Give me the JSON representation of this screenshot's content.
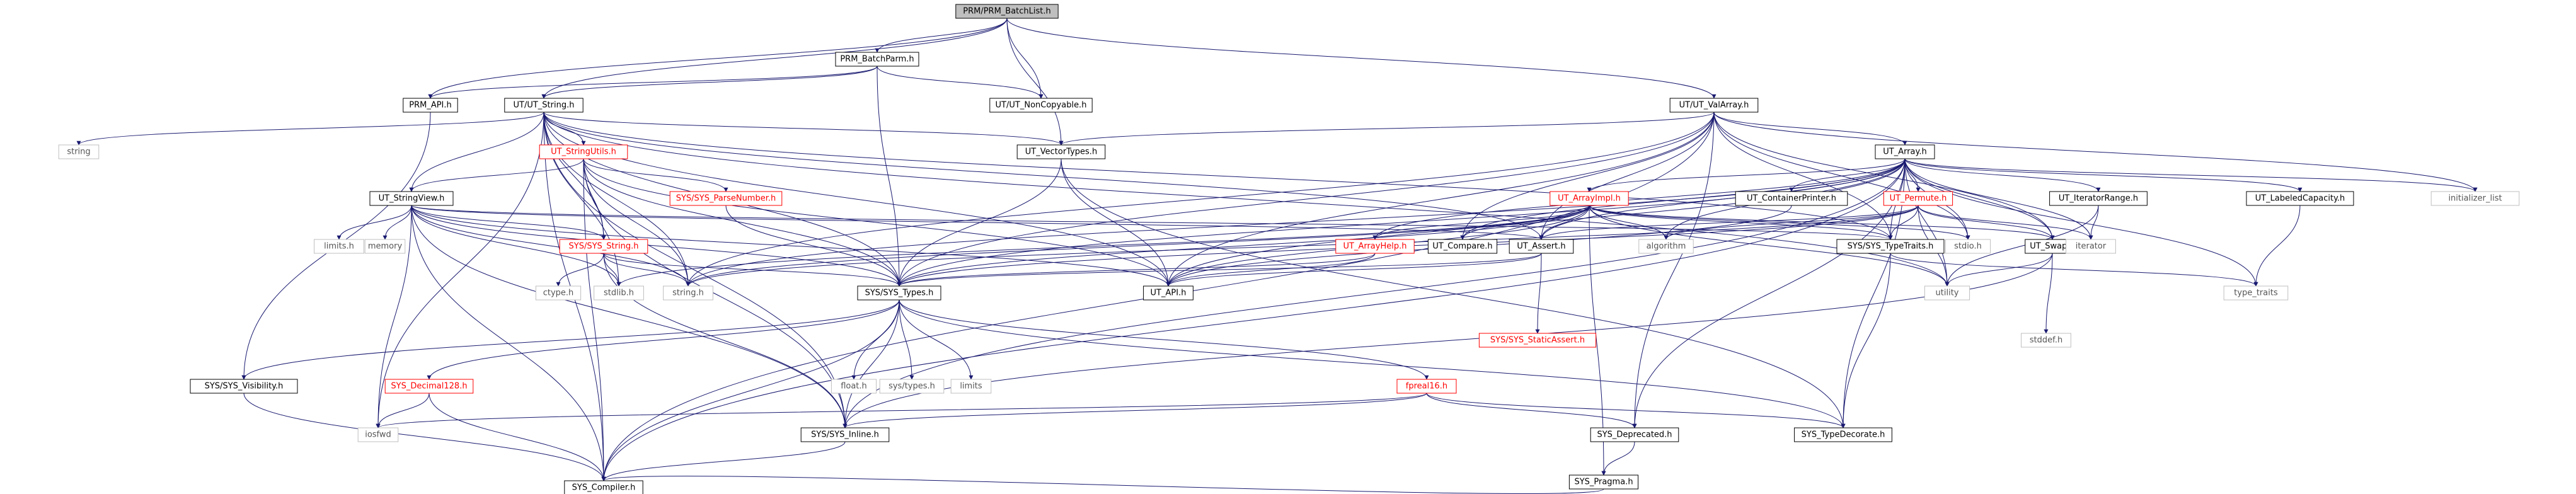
{
  "nodes": [
    {
      "id": "root",
      "label": "PRM/PRM_BatchList.h",
      "kind": "root"
    },
    {
      "id": "batchparm",
      "label": "PRM_BatchParm.h"
    },
    {
      "id": "prmapi",
      "label": "PRM_API.h"
    },
    {
      "id": "utstring",
      "label": "UT/UT_String.h"
    },
    {
      "id": "noncopy",
      "label": "UT/UT_NonCopyable.h"
    },
    {
      "id": "valarray",
      "label": "UT/UT_ValArray.h"
    },
    {
      "id": "string",
      "label": "string",
      "kind": "sys"
    },
    {
      "id": "strutils",
      "label": "UT_StringUtils.h",
      "kind": "red"
    },
    {
      "id": "vectortypes",
      "label": "UT_VectorTypes.h"
    },
    {
      "id": "utarray",
      "label": "UT_Array.h"
    },
    {
      "id": "initlist",
      "label": "initializer_list",
      "kind": "sys"
    },
    {
      "id": "strview",
      "label": "UT_StringView.h"
    },
    {
      "id": "parsenum",
      "label": "SYS/SYS_ParseNumber.h",
      "kind": "red"
    },
    {
      "id": "arrayimpl",
      "label": "UT_ArrayImpl.h",
      "kind": "red"
    },
    {
      "id": "contprinter",
      "label": "UT_ContainerPrinter.h"
    },
    {
      "id": "permute",
      "label": "UT_Permute.h",
      "kind": "red"
    },
    {
      "id": "iterrange",
      "label": "UT_IteratorRange.h"
    },
    {
      "id": "labeledcap",
      "label": "UT_LabeledCapacity.h"
    },
    {
      "id": "limitsh",
      "label": "limits.h",
      "kind": "sys"
    },
    {
      "id": "memory",
      "label": "memory",
      "kind": "sys"
    },
    {
      "id": "sysstring",
      "label": "SYS/SYS_String.h",
      "kind": "red"
    },
    {
      "id": "arrayhelp",
      "label": "UT_ArrayHelp.h",
      "kind": "red"
    },
    {
      "id": "compare",
      "label": "UT_Compare.h"
    },
    {
      "id": "assert",
      "label": "UT_Assert.h"
    },
    {
      "id": "algorithm",
      "label": "algorithm",
      "kind": "sys"
    },
    {
      "id": "typetraits",
      "label": "SYS/SYS_TypeTraits.h"
    },
    {
      "id": "stdio",
      "label": "stdio.h",
      "kind": "sys"
    },
    {
      "id": "swap",
      "label": "UT_Swap.h"
    },
    {
      "id": "iterator",
      "label": "iterator",
      "kind": "sys"
    },
    {
      "id": "ctype",
      "label": "ctype.h",
      "kind": "sys"
    },
    {
      "id": "stdlib",
      "label": "stdlib.h",
      "kind": "sys"
    },
    {
      "id": "stringh",
      "label": "string.h",
      "kind": "sys"
    },
    {
      "id": "systypes",
      "label": "SYS/SYS_Types.h"
    },
    {
      "id": "utapi",
      "label": "UT_API.h"
    },
    {
      "id": "staticassert",
      "label": "SYS/SYS_StaticAssert.h",
      "kind": "red"
    },
    {
      "id": "utility",
      "label": "utility",
      "kind": "sys"
    },
    {
      "id": "stddef",
      "label": "stddef.h",
      "kind": "sys"
    },
    {
      "id": "typetraitsstd",
      "label": "type_traits",
      "kind": "sys"
    },
    {
      "id": "visibility",
      "label": "SYS/SYS_Visibility.h"
    },
    {
      "id": "decimal",
      "label": "SYS_Decimal128.h",
      "kind": "red"
    },
    {
      "id": "floath",
      "label": "float.h",
      "kind": "sys"
    },
    {
      "id": "systypesh",
      "label": "sys/types.h",
      "kind": "sys"
    },
    {
      "id": "limits",
      "label": "limits",
      "kind": "sys"
    },
    {
      "id": "fpreal16",
      "label": "fpreal16.h",
      "kind": "red"
    },
    {
      "id": "iosfwd",
      "label": "iosfwd",
      "kind": "sys"
    },
    {
      "id": "inline",
      "label": "SYS/SYS_Inline.h"
    },
    {
      "id": "deprecated",
      "label": "SYS_Deprecated.h"
    },
    {
      "id": "typedecorate",
      "label": "SYS_TypeDecorate.h"
    },
    {
      "id": "pragma",
      "label": "SYS_Pragma.h"
    },
    {
      "id": "compiler",
      "label": "SYS_Compiler.h"
    }
  ],
  "edges": [
    [
      "root",
      "batchparm"
    ],
    [
      "root",
      "prmapi"
    ],
    [
      "root",
      "utstring"
    ],
    [
      "root",
      "noncopy"
    ],
    [
      "root",
      "valarray"
    ],
    [
      "root",
      "vectortypes"
    ],
    [
      "batchparm",
      "prmapi"
    ],
    [
      "batchparm",
      "utstring"
    ],
    [
      "batchparm",
      "noncopy"
    ],
    [
      "batchparm",
      "systypes"
    ],
    [
      "prmapi",
      "visibility"
    ],
    [
      "utstring",
      "string"
    ],
    [
      "utstring",
      "strutils"
    ],
    [
      "utstring",
      "strview"
    ],
    [
      "utstring",
      "sysstring"
    ],
    [
      "utstring",
      "vectortypes"
    ],
    [
      "utstring",
      "assert"
    ],
    [
      "utstring",
      "utapi"
    ],
    [
      "utstring",
      "systypes"
    ],
    [
      "utstring",
      "stringh"
    ],
    [
      "utstring",
      "stdlib"
    ],
    [
      "utstring",
      "iosfwd"
    ],
    [
      "utstring",
      "compiler"
    ],
    [
      "utstring",
      "inline"
    ],
    [
      "utstring",
      "typetraits"
    ],
    [
      "utstring",
      "utility"
    ],
    [
      "valarray",
      "utarray"
    ],
    [
      "valarray",
      "vectortypes"
    ],
    [
      "valarray",
      "initlist"
    ],
    [
      "valarray",
      "utapi"
    ],
    [
      "valarray",
      "assert"
    ],
    [
      "valarray",
      "compare"
    ],
    [
      "valarray",
      "systypes"
    ],
    [
      "valarray",
      "typetraits"
    ],
    [
      "valarray",
      "stringh"
    ],
    [
      "valarray",
      "compiler"
    ],
    [
      "valarray",
      "deprecated"
    ],
    [
      "valarray",
      "stdio"
    ],
    [
      "valarray",
      "swap"
    ],
    [
      "strutils",
      "strview"
    ],
    [
      "strutils",
      "parsenum"
    ],
    [
      "strutils",
      "sysstring"
    ],
    [
      "strutils",
      "systypes"
    ],
    [
      "strutils",
      "utapi"
    ],
    [
      "strutils",
      "stringh"
    ],
    [
      "strutils",
      "inline"
    ],
    [
      "strutils",
      "compiler"
    ],
    [
      "vectortypes",
      "systypes"
    ],
    [
      "vectortypes",
      "utapi"
    ],
    [
      "vectortypes",
      "typedecorate"
    ],
    [
      "utarray",
      "arrayimpl"
    ],
    [
      "utarray",
      "contprinter"
    ],
    [
      "utarray",
      "permute"
    ],
    [
      "utarray",
      "iterrange"
    ],
    [
      "utarray",
      "labeledcap"
    ],
    [
      "utarray",
      "initlist"
    ],
    [
      "utarray",
      "arrayhelp"
    ],
    [
      "utarray",
      "compare"
    ],
    [
      "utarray",
      "assert"
    ],
    [
      "utarray",
      "algorithm"
    ],
    [
      "utarray",
      "typetraits"
    ],
    [
      "utarray",
      "stdio"
    ],
    [
      "utarray",
      "swap"
    ],
    [
      "utarray",
      "iterator"
    ],
    [
      "utarray",
      "utility"
    ],
    [
      "utarray",
      "typetraitsstd"
    ],
    [
      "utarray",
      "utapi"
    ],
    [
      "utarray",
      "systypes"
    ],
    [
      "utarray",
      "stringh"
    ],
    [
      "utarray",
      "inline"
    ],
    [
      "utarray",
      "compiler"
    ],
    [
      "utarray",
      "deprecated"
    ],
    [
      "utarray",
      "typedecorate"
    ],
    [
      "strview",
      "limitsh"
    ],
    [
      "strview",
      "memory"
    ],
    [
      "strview",
      "sysstring"
    ],
    [
      "strview",
      "systypes"
    ],
    [
      "strview",
      "utapi"
    ],
    [
      "strview",
      "assert"
    ],
    [
      "strview",
      "stringh"
    ],
    [
      "strview",
      "stdlib"
    ],
    [
      "strview",
      "iosfwd"
    ],
    [
      "strview",
      "inline"
    ],
    [
      "strview",
      "compiler"
    ],
    [
      "strview",
      "typetraits"
    ],
    [
      "parsenum",
      "systypes"
    ],
    [
      "arrayimpl",
      "arrayhelp"
    ],
    [
      "arrayimpl",
      "compare"
    ],
    [
      "arrayimpl",
      "assert"
    ],
    [
      "arrayimpl",
      "algorithm"
    ],
    [
      "arrayimpl",
      "typetraits"
    ],
    [
      "arrayimpl",
      "stdio"
    ],
    [
      "arrayimpl",
      "swap"
    ],
    [
      "arrayimpl",
      "utility"
    ],
    [
      "arrayimpl",
      "pragma"
    ],
    [
      "arrayimpl",
      "utapi"
    ],
    [
      "arrayimpl",
      "systypes"
    ],
    [
      "arrayimpl",
      "stringh"
    ],
    [
      "arrayimpl",
      "stdlib"
    ],
    [
      "contprinter",
      "utapi"
    ],
    [
      "permute",
      "assert"
    ],
    [
      "permute",
      "algorithm"
    ],
    [
      "permute",
      "typetraits"
    ],
    [
      "permute",
      "swap"
    ],
    [
      "permute",
      "iterator"
    ],
    [
      "permute",
      "utility"
    ],
    [
      "permute",
      "systypes"
    ],
    [
      "permute",
      "stringh"
    ],
    [
      "iterrange",
      "iterator"
    ],
    [
      "iterrange",
      "utility"
    ],
    [
      "labeledcap",
      "typetraitsstd"
    ],
    [
      "sysstring",
      "ctype"
    ],
    [
      "sysstring",
      "stdlib"
    ],
    [
      "sysstring",
      "stringh"
    ],
    [
      "sysstring",
      "systypes"
    ],
    [
      "sysstring",
      "inline"
    ],
    [
      "arrayhelp",
      "utapi"
    ],
    [
      "arrayhelp",
      "systypes"
    ],
    [
      "assert",
      "utapi"
    ],
    [
      "assert",
      "staticassert"
    ],
    [
      "assert",
      "systypes"
    ],
    [
      "typetraits",
      "typedecorate"
    ],
    [
      "typetraits",
      "typetraitsstd"
    ],
    [
      "swap",
      "utility"
    ],
    [
      "swap",
      "stddef"
    ],
    [
      "swap",
      "inline"
    ],
    [
      "systypes",
      "visibility"
    ],
    [
      "systypes",
      "decimal"
    ],
    [
      "systypes",
      "floath"
    ],
    [
      "systypes",
      "systypesh"
    ],
    [
      "systypes",
      "limits"
    ],
    [
      "systypes",
      "fpreal16"
    ],
    [
      "systypes",
      "inline"
    ],
    [
      "systypes",
      "typedecorate"
    ],
    [
      "systypes",
      "compiler"
    ],
    [
      "decimal",
      "iosfwd"
    ],
    [
      "decimal",
      "compiler"
    ],
    [
      "fpreal16",
      "iosfwd"
    ],
    [
      "fpreal16",
      "inline"
    ],
    [
      "fpreal16",
      "deprecated"
    ],
    [
      "fpreal16",
      "typedecorate"
    ],
    [
      "visibility",
      "compiler"
    ],
    [
      "inline",
      "compiler"
    ],
    [
      "deprecated",
      "pragma"
    ],
    [
      "pragma",
      "compiler"
    ]
  ]
}
